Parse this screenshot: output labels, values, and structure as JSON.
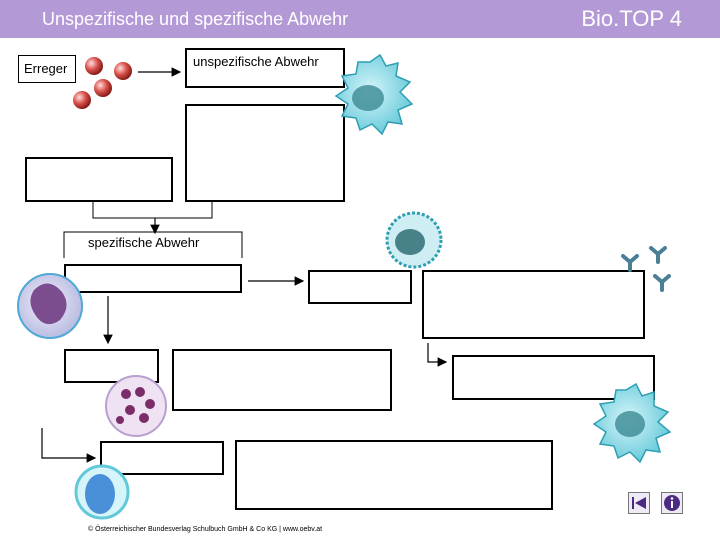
{
  "header": {
    "title": "Unspezifische und spezifische Abwehr",
    "brand": "Bio.TOP 4"
  },
  "labels": {
    "erreger": "Erreger",
    "unspecific": "unspezifische Abwehr",
    "specific": "spezifische Abwehr"
  },
  "footer": {
    "copyright": "© Österreichischer Bundesverlag Schulbuch GmbH & Co KG | www.oebv.at"
  },
  "nav": {
    "back_icon": "skip-back-icon",
    "info_icon": "info-icon"
  },
  "colors": {
    "header": "#b39ad6",
    "macrophage": "#7fd6e3",
    "lymphocyte": "#4a90d9"
  }
}
